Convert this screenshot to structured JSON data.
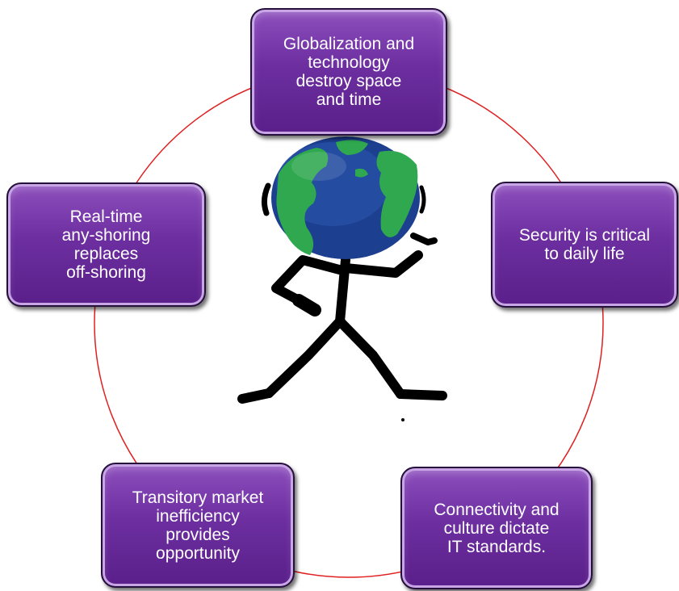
{
  "diagram": {
    "nodes": [
      {
        "id": "globalization",
        "text": "Globalization and\ntechnology\ndestroy space\nand time"
      },
      {
        "id": "security",
        "text": "Security is critical\nto daily life"
      },
      {
        "id": "connectivity",
        "text": "Connectivity and\nculture  dictate\nIT standards."
      },
      {
        "id": "transitory",
        "text": "Transitory market\ninefficiency\nprovides\nopportunity"
      },
      {
        "id": "real-time",
        "text": "Real-time\nany-shoring\nreplaces\noff-shoring"
      }
    ],
    "connector": {
      "shape": "circle",
      "color": "#e02020"
    },
    "colors": {
      "box_fill": "#6d2fa0",
      "box_border": "#24103a",
      "box_highlight": "#c8a6e6",
      "text": "#ffffff",
      "globe_ocean": "#1c3f8f",
      "globe_land": "#2fa84f",
      "stick_figure": "#000000"
    },
    "center_image": "globe-headed-stick-figure"
  }
}
